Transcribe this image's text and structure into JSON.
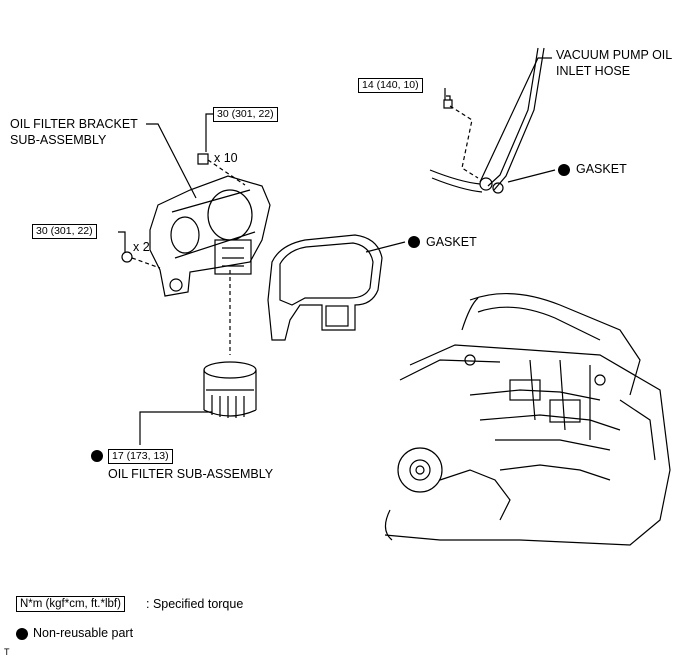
{
  "labels": {
    "vacuum_hose_line1": "VACUUM PUMP OIL",
    "vacuum_hose_line2": "INLET HOSE",
    "bracket_line1": "OIL FILTER BRACKET",
    "bracket_line2": "SUB-ASSEMBLY",
    "gasket_upper": "GASKET",
    "gasket_main": "GASKET",
    "oil_filter": "OIL FILTER SUB-ASSEMBLY",
    "qty_bracket_bolts": "x 10",
    "qty_side_bolts": "x 2"
  },
  "torques": {
    "hose_bolt": "14 (140, 10)",
    "bracket_bolts": "30 (301, 22)",
    "side_bolts": "30 (301, 22)",
    "oil_filter": "17 (173, 13)"
  },
  "legend": {
    "torque_box": "N*m (kgf*cm, ft.*lbf)",
    "torque_text": ": Specified torque",
    "nonreusable_text": "Non-reusable part"
  },
  "corner_mark": "T"
}
